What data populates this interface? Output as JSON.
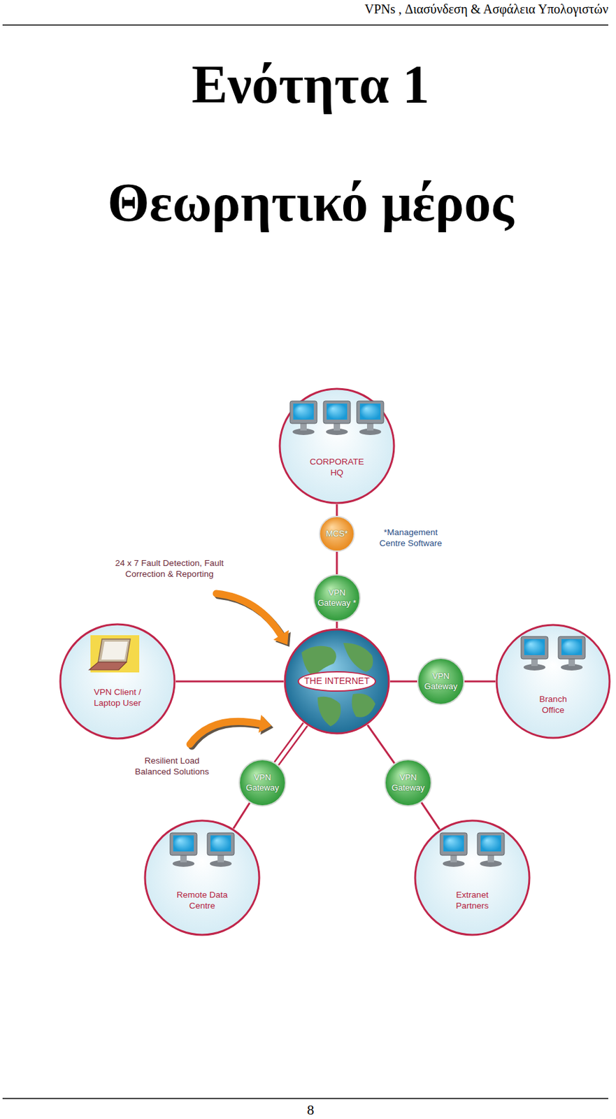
{
  "diagram": {
    "title": "Ενότητα 1",
    "nodes": [
      {
        "text": [
          "CORPORATE HQ"
        ]
      },
      {
        "text": [
          "MCS*"
        ]
      },
      {
        "text": [
          "VPN Gateway *"
        ]
      },
      {
        "text": [
          "VPN Client / Laptop User"
        ]
      },
      {
        "text": [
          "THE INTERNET"
        ]
      },
      {
        "text": [
          "VPN Gateway"
        ]
      },
      {
        "text": [
          "Branch Office"
        ]
      },
      {
        "text": [
          "VPN Gateway"
        ]
      },
      {
        "text": [
          "VPN Gateway"
        ]
      },
      {
        "text": [
          "Remote Data Centre"
        ]
      },
      {
        "text": [
          "Extranet Partners"
        ]
      }
    ],
    "edges": [
      {
        "from": 0,
        "to": 1,
        "arrow": "none"
      },
      {
        "from": 1,
        "to": 2,
        "arrow": "none"
      },
      {
        "from": 2,
        "to": 4,
        "arrow": "none"
      },
      {
        "from": 3,
        "to": 4,
        "arrow": "none"
      },
      {
        "from": 4,
        "to": 5,
        "arrow": "none"
      },
      {
        "from": 5,
        "to": 6,
        "arrow": "none"
      },
      {
        "from": 4,
        "to": 7,
        "arrow": "none"
      },
      {
        "from": 7,
        "to": 9,
        "arrow": "none"
      },
      {
        "from": 4,
        "to": 8,
        "arrow": "none"
      },
      {
        "from": 8,
        "to": 10,
        "arrow": "none"
      }
    ],
    "labels": [
      "VPNs , Διασύνδεση & Ασφάλεια Υπολογιστών",
      "Θεωρητικό μέρος",
      "*Management Centre Software",
      "24 x 7 Fault Detection, Fault Correction & Reporting",
      "Resilient Load Balanced Solutions",
      "8"
    ]
  }
}
